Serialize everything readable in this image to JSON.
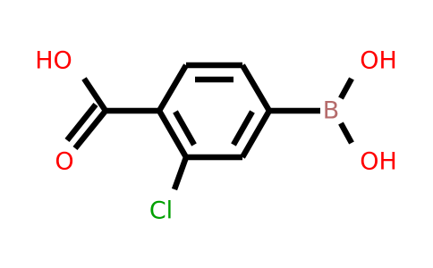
{
  "molecule": {
    "colors": {
      "bond": "#000000",
      "oxygen": "#ff0000",
      "boron": "#b56b6b",
      "chlorine": "#00a000",
      "background": "#ffffff"
    },
    "labels": {
      "carboxyl_hydroxyl": "HO",
      "carbonyl_oxygen": "O",
      "chlorine": "Cl",
      "boron": "B",
      "boron_hydroxyl_top": "OH",
      "boron_hydroxyl_bottom": "OH"
    }
  }
}
